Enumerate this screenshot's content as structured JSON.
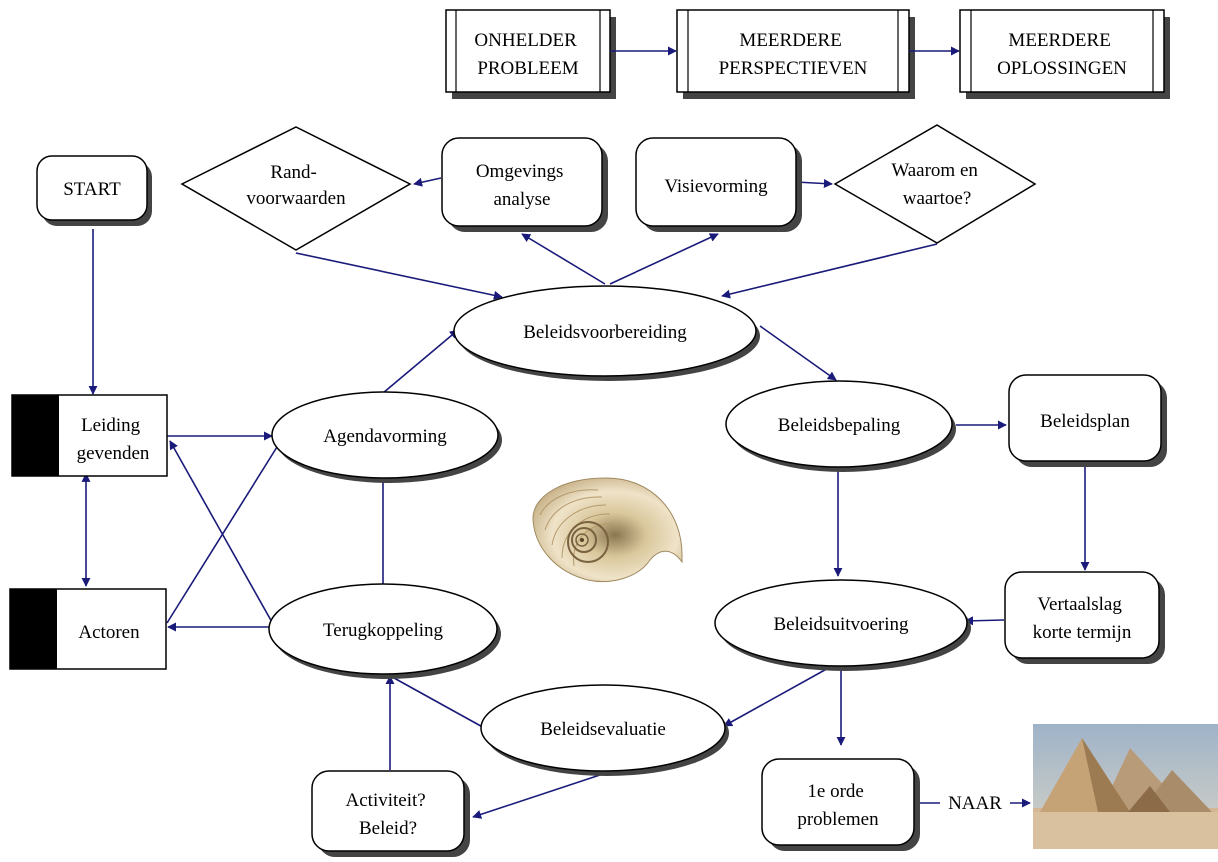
{
  "colors": {
    "arrow": "#1a1a7a",
    "stroke": "#000000",
    "shadow": "#444444",
    "fill": "#ffffff"
  },
  "process_boxes": {
    "unclear_problem": [
      "ONHELDER",
      "PROBLEEM"
    ],
    "multiple_perspectives": [
      "MEERDERE",
      "PERSPECTIEVEN"
    ],
    "multiple_solutions": [
      "MEERDERE",
      "OPLOSSINGEN"
    ]
  },
  "nodes": {
    "start": [
      "START"
    ],
    "randvoorwaarden": [
      "Rand-",
      "voorwaarden"
    ],
    "omgevingsanalyse": [
      "Omgevings",
      "analyse"
    ],
    "visievorming": [
      "Visievorming"
    ],
    "waarom": [
      "Waarom en",
      "waartoe?"
    ],
    "beleidsvoorbereiding": [
      "Beleidsvoorbereiding"
    ],
    "leiding": [
      "Leiding",
      "gevenden"
    ],
    "agendavorming": [
      "Agendavorming"
    ],
    "beleidsbepaling": [
      "Beleidsbepaling"
    ],
    "beleidsplan": [
      "Beleidsplan"
    ],
    "actoren": [
      "Actoren"
    ],
    "terugkoppeling": [
      "Terugkoppeling"
    ],
    "beleidsuitvoering": [
      "Beleidsuitvoering"
    ],
    "vertaalslag": [
      "Vertaalslag",
      "korte termijn"
    ],
    "beleidsevaluatie": [
      "Beleidsevaluatie"
    ],
    "activiteit": [
      "Activiteit?",
      "Beleid?"
    ],
    "orde": [
      "1e orde",
      "problemen"
    ],
    "naar": [
      "NAAR"
    ]
  },
  "images": {
    "shell": "nautilus-shell",
    "pyramids": "pyramids-photo"
  }
}
